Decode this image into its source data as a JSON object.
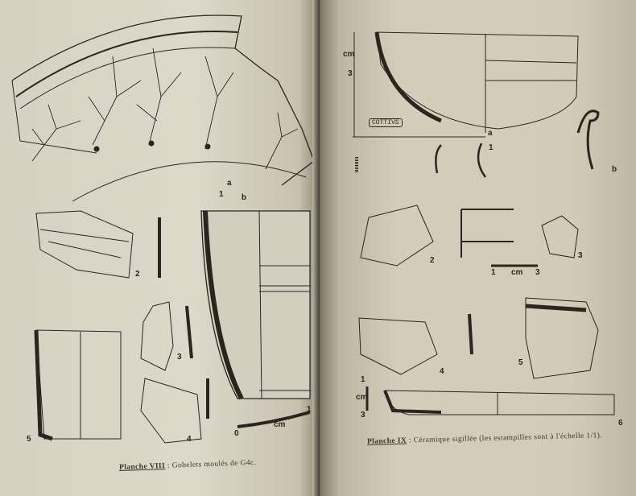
{
  "left_page": {
    "caption_title": "Planche VIII",
    "caption_text": " : Gobelets moulés de G4c.",
    "labels": {
      "a": "a",
      "fig1": "1",
      "b": "b",
      "fig2": "2",
      "fig3": "3",
      "fig4": "4",
      "fig5": "5",
      "scale_0": "0",
      "scale_cm": "cm",
      "scale_1": "1"
    }
  },
  "right_page": {
    "caption_title": "Planche IX",
    "caption_text": " : Céramique sigillée (les estampilles sont à l'échelle 1/1).",
    "stamp": "COTTIVS",
    "labels": {
      "top_cm": "cm",
      "top_3": "3",
      "a": "a",
      "fig1": "1",
      "b": "b",
      "fig2": "2",
      "s2_1": "1",
      "s2_cm": "cm",
      "s2_3": "3",
      "fig3": "3",
      "fig4": "4",
      "fig5": "5",
      "bot_1": "1",
      "bot_cm": "cm",
      "bot_3": "3",
      "fig6": "6"
    }
  }
}
